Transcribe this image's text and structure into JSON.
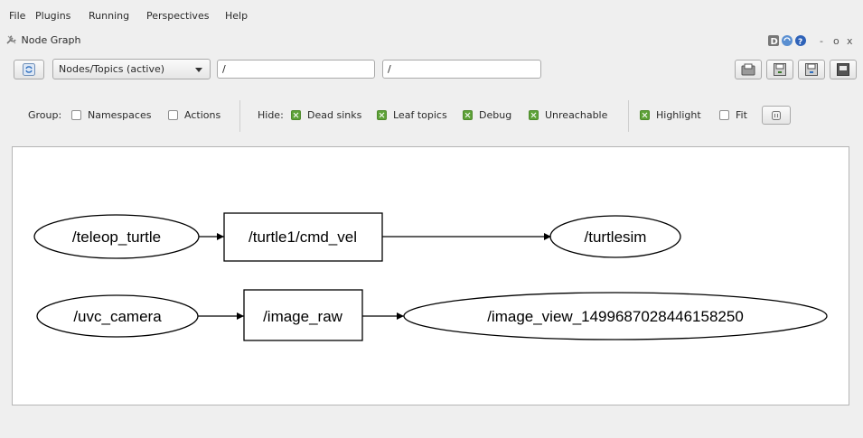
{
  "menu": [
    "File",
    "Plugins",
    "Running",
    "Perspectives",
    "Help"
  ],
  "plugin": {
    "title": "Node Graph",
    "minimize": "-",
    "restore": "o",
    "close": "x"
  },
  "toolbar": {
    "mode_select": "Nodes/Topics (active)",
    "node_filter": "/",
    "topic_filter": "/"
  },
  "options": {
    "group_label": "Group:",
    "namespaces": {
      "label": "Namespaces",
      "checked": false
    },
    "actions": {
      "label": "Actions",
      "checked": false
    },
    "hide_label": "Hide:",
    "dead_sinks": {
      "label": "Dead sinks",
      "checked": true
    },
    "leaf_topics": {
      "label": "Leaf topics",
      "checked": true
    },
    "debug": {
      "label": "Debug",
      "checked": true
    },
    "unreachable": {
      "label": "Unreachable",
      "checked": true
    },
    "highlight": {
      "label": "Highlight",
      "checked": true
    },
    "fit": {
      "label": "Fit",
      "checked": false
    }
  },
  "graph": {
    "nodes": {
      "teleop_turtle": "/teleop_turtle",
      "turtlesim": "/turtlesim",
      "uvc_camera": "/uvc_camera",
      "image_view": "/image_view_1499687028446158250"
    },
    "topics": {
      "cmd_vel": "/turtle1/cmd_vel",
      "image_raw": "/image_raw"
    }
  },
  "colors": {
    "checkbox_on": "#5ea238",
    "background": "#efefef",
    "canvas": "#ffffff"
  }
}
